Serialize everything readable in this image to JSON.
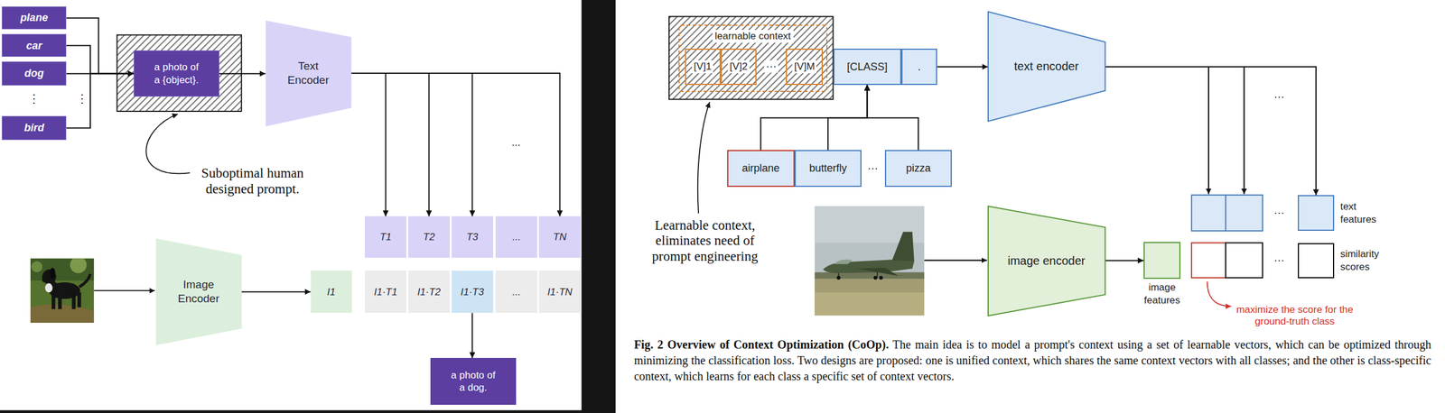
{
  "diagram": {
    "caption": "Fig. 2 Overview of Context Optimization (CoOp). The main idea is to model a prompt's context using a set of learnable vectors, which can be optimized through minimizing the classification loss. Two designs are proposed: one is unified context, which shares the same context vectors with all classes; and the other is class-specific context, which learns for each class a specific set of context vectors.",
    "nodes": [
      {
        "text": [
          "plane"
        ]
      },
      {
        "text": [
          "car"
        ]
      },
      {
        "text": [
          "dog"
        ]
      },
      {
        "text": [
          "bird"
        ]
      },
      {
        "text": [
          "a photo of a {object}."
        ]
      },
      {
        "text": [
          "Text Encoder"
        ]
      },
      {
        "text": [
          "Image Encoder"
        ]
      },
      {
        "text": [
          "I1"
        ]
      },
      {
        "text": [
          "T1"
        ]
      },
      {
        "text": [
          "T2"
        ]
      },
      {
        "text": [
          "T3"
        ]
      },
      {
        "text": [
          "..."
        ]
      },
      {
        "text": [
          "TN"
        ]
      },
      {
        "text": [
          "I1·T1"
        ]
      },
      {
        "text": [
          "I1·T2"
        ]
      },
      {
        "text": [
          "I1·T3"
        ]
      },
      {
        "text": [
          "..."
        ]
      },
      {
        "text": [
          "I1·TN"
        ]
      },
      {
        "text": [
          "a photo of a dog."
        ]
      },
      {
        "text": [
          "learnable context"
        ]
      },
      {
        "text": [
          "[V]1"
        ],
        "in": 19
      },
      {
        "text": [
          "[V]2"
        ],
        "in": 19
      },
      {
        "text": [
          "[V]M"
        ],
        "in": 19
      },
      {
        "text": [
          "[CLASS]"
        ]
      },
      {
        "text": [
          "."
        ]
      },
      {
        "text": [
          "text encoder"
        ]
      },
      {
        "text": [
          "airplane"
        ]
      },
      {
        "text": [
          "butterfly"
        ]
      },
      {
        "text": [
          "pizza"
        ]
      },
      {
        "text": [
          "image encoder"
        ]
      },
      {
        "text": [
          "image features"
        ]
      },
      {
        "text": [
          "text features"
        ]
      },
      {
        "text": [
          "similarity scores"
        ]
      }
    ],
    "edges": [
      {
        "from": 0,
        "to": 4,
        "arrow": "to"
      },
      {
        "from": 1,
        "to": 4,
        "arrow": "to"
      },
      {
        "from": 2,
        "to": 4,
        "arrow": "to"
      },
      {
        "from": 3,
        "to": 4,
        "arrow": "to"
      },
      {
        "from": 4,
        "to": 5,
        "arrow": "to"
      },
      {
        "from": 5,
        "to": 8,
        "arrow": "to"
      },
      {
        "from": 5,
        "to": 9,
        "arrow": "to"
      },
      {
        "from": 5,
        "to": 10,
        "arrow": "to"
      },
      {
        "from": 5,
        "to": 12,
        "arrow": "to"
      },
      {
        "from": 6,
        "to": 7,
        "arrow": "to"
      },
      {
        "from": 15,
        "to": 18,
        "arrow": "to"
      },
      {
        "from": 24,
        "to": 25,
        "arrow": "to"
      },
      {
        "from": 26,
        "to": 23,
        "arrow": "to"
      },
      {
        "from": 27,
        "to": 23,
        "arrow": "to"
      },
      {
        "from": 28,
        "to": 23,
        "arrow": "to"
      },
      {
        "from": 25,
        "to": 31,
        "arrow": "to"
      },
      {
        "from": 29,
        "to": 30,
        "arrow": "to"
      }
    ],
    "labels": [
      "⋮",
      "⋮",
      "Suboptimal human designed prompt.",
      "...",
      "···",
      "···",
      "Learnable context, eliminates need of prompt engineering",
      "···",
      "···",
      "···",
      "maximize the score for the ground-truth class"
    ]
  }
}
